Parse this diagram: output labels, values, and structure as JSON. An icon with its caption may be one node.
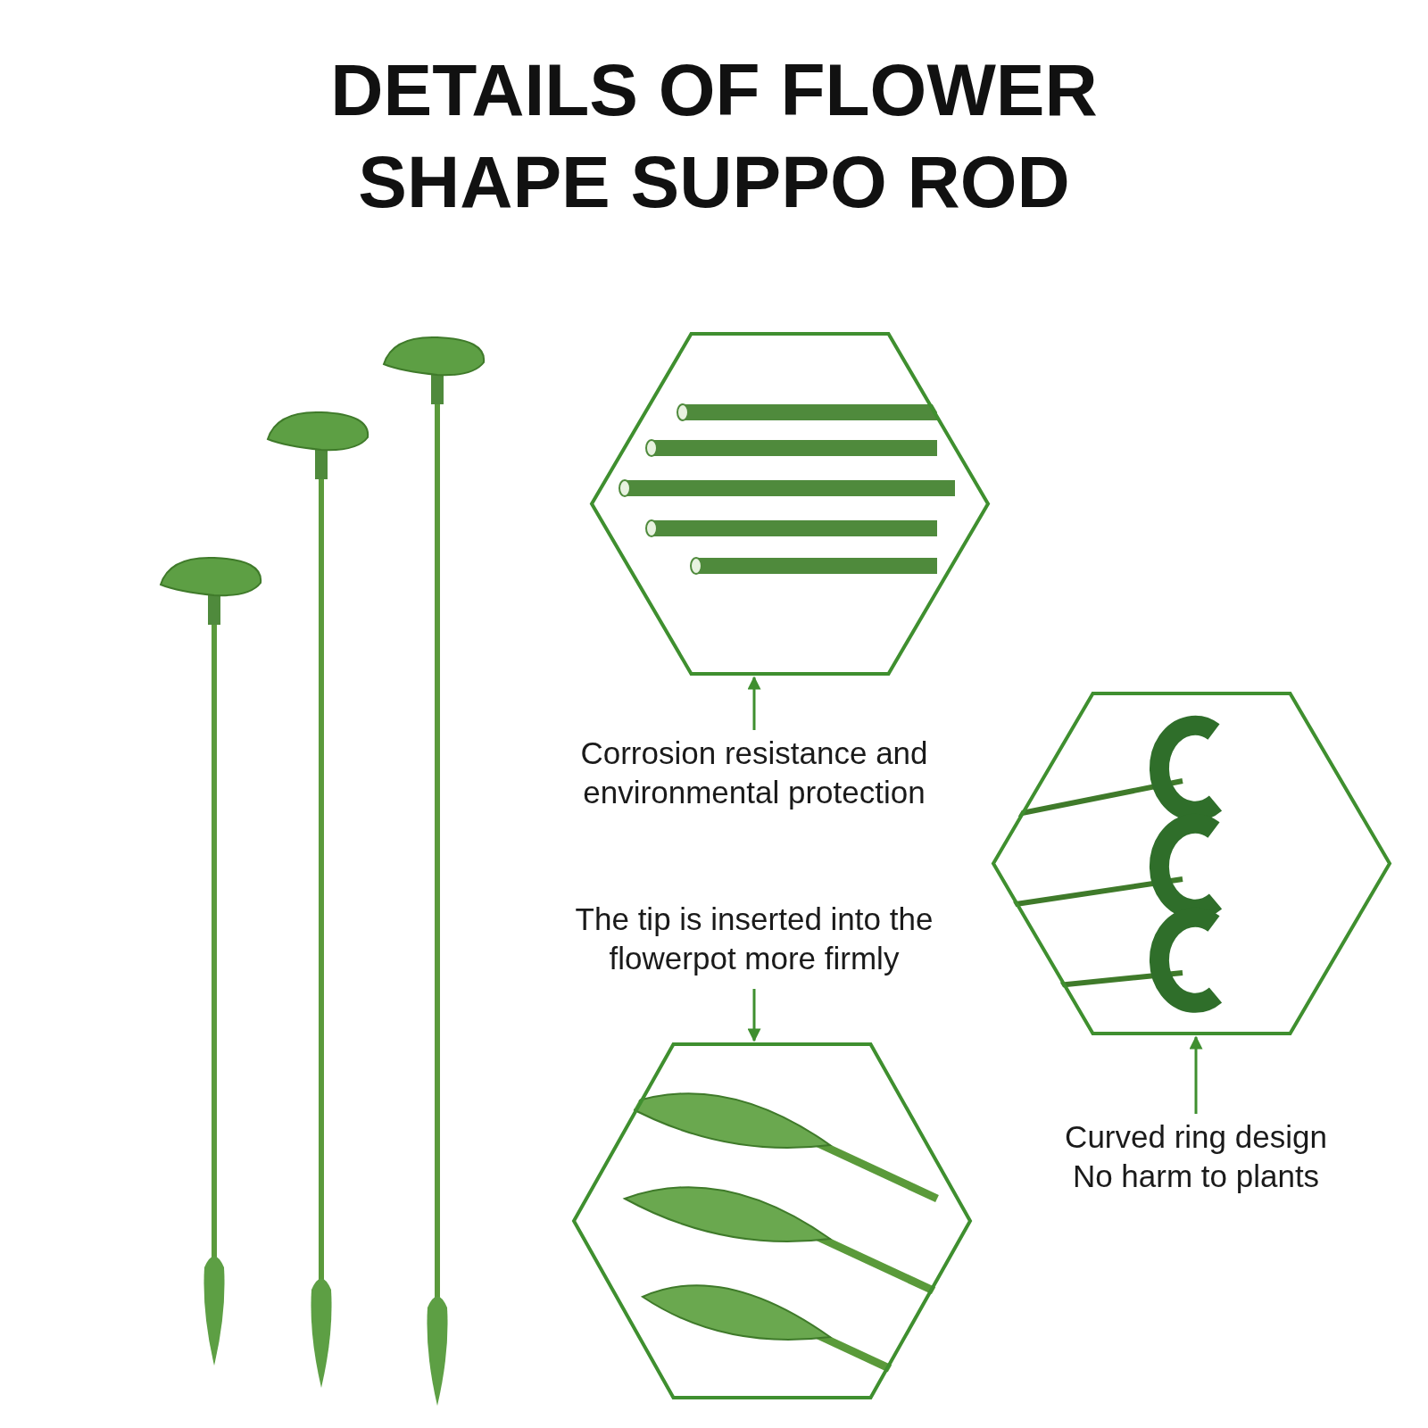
{
  "diagram": {
    "title": "DETAILS OF FLOWER SHAPE SUPPO ROD",
    "nodes": [
      {
        "text": [],
        "shape": "hexagon"
      },
      {
        "text": [
          "Corrosion resistance and environmental protection"
        ]
      },
      {
        "text": [
          "The tip is inserted into the flowerpot more firmly"
        ]
      },
      {
        "text": [],
        "shape": "hexagon"
      },
      {
        "text": [],
        "shape": "hexagon"
      },
      {
        "text": [
          "Curved ring design",
          "No harm to plants"
        ]
      }
    ],
    "edges": [
      {
        "from": 1,
        "to": 0,
        "arrow": "to"
      },
      {
        "from": 2,
        "to": 3,
        "arrow": "to"
      },
      {
        "from": 5,
        "to": 4,
        "arrow": "to"
      }
    ]
  }
}
